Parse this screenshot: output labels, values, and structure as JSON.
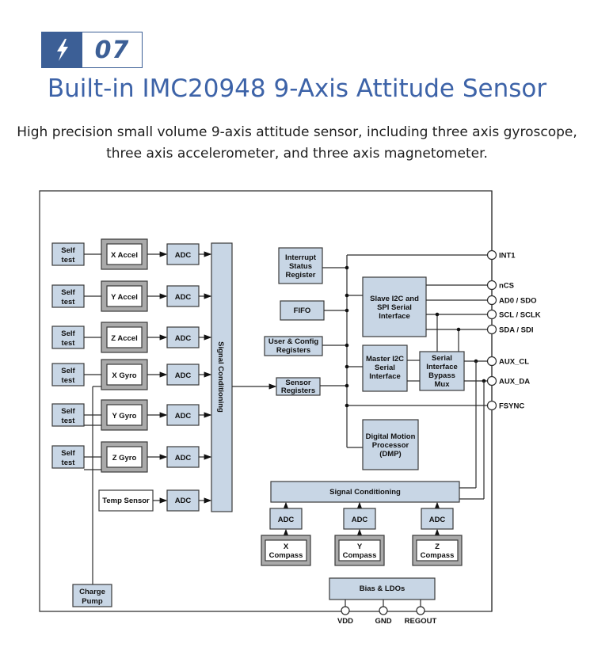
{
  "header": {
    "badge_icon": "lightning-bolt-icon",
    "badge_number": "07",
    "title": "Built-in IMC20948 9-Axis Attitude Sensor",
    "subtitle": "High precision small volume 9-axis attitude sensor, including three axis gyroscope, three axis accelerometer, and three axis magnetometer."
  },
  "colors": {
    "brand_blue": "#3c5f96",
    "title_blue": "#3d63a8",
    "block_fill": "#c8d6e5",
    "sensor_frame": "#aaaaaa"
  },
  "diagram": {
    "sensor_rows": [
      {
        "self_test": [
          "Self",
          "test"
        ],
        "sensor": "X Accel",
        "adc": "ADC"
      },
      {
        "self_test": [
          "Self",
          "test"
        ],
        "sensor": "Y Accel",
        "adc": "ADC"
      },
      {
        "self_test": [
          "Self",
          "test"
        ],
        "sensor": "Z Accel",
        "adc": "ADC"
      },
      {
        "self_test": [
          "Self",
          "test"
        ],
        "sensor": "X Gyro",
        "adc": "ADC"
      },
      {
        "self_test": [
          "Self",
          "test"
        ],
        "sensor": "Y Gyro",
        "adc": "ADC"
      },
      {
        "self_test": [
          "Self",
          "test"
        ],
        "sensor": "Z Gyro",
        "adc": "ADC"
      }
    ],
    "temp_sensor": "Temp Sensor",
    "temp_adc": "ADC",
    "charge_pump": [
      "Charge",
      "Pump"
    ],
    "signal_conditioning_vertical": "Signal Conditioning",
    "interrupt_status": [
      "Interrupt",
      "Status",
      "Register"
    ],
    "fifo": "FIFO",
    "user_config": [
      "User & Config",
      "Registers"
    ],
    "sensor_registers": [
      "Sensor",
      "Registers"
    ],
    "slave_interface": [
      "Slave I2C and",
      "SPI Serial",
      "Interface"
    ],
    "master_interface": [
      "Master I2C",
      "Serial",
      "Interface"
    ],
    "bypass_mux": [
      "Serial",
      "Interface",
      "Bypass",
      "Mux"
    ],
    "dmp": [
      "Digital Motion",
      "Processor",
      "(DMP)"
    ],
    "signal_conditioning_horizontal": "Signal Conditioning",
    "compass": [
      {
        "adc": "ADC",
        "label": [
          "X",
          "Compass"
        ]
      },
      {
        "adc": "ADC",
        "label": [
          "Y",
          "Compass"
        ]
      },
      {
        "adc": "ADC",
        "label": [
          "Z",
          "Compass"
        ]
      }
    ],
    "bias_ldos": "Bias & LDOs",
    "right_pins": [
      "INT1",
      "nCS",
      "AD0 / SDO",
      "SCL / SCLK",
      "SDA / SDI",
      "AUX_CL",
      "AUX_DA",
      "FSYNC"
    ],
    "bottom_pins": [
      "VDD",
      "GND",
      "REGOUT"
    ]
  }
}
